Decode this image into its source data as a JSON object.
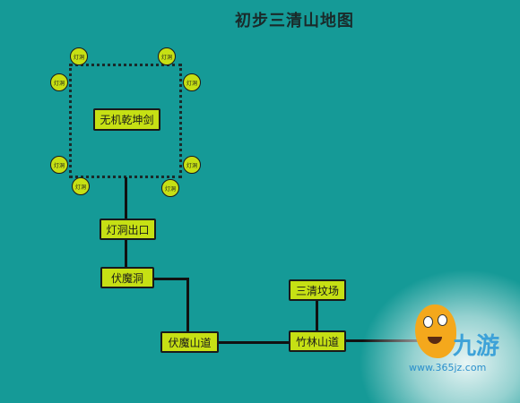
{
  "title": "初步三清山地图",
  "lamp_label": "灯洞",
  "nodes": {
    "sword": "无机乾坤剑",
    "lamp_exit": "灯洞出口",
    "demon_cave": "伏魔洞",
    "demon_road": "伏魔山道",
    "bamboo_road": "竹林山道",
    "tomb": "三清坟场"
  },
  "watermark": {
    "brand": "九游",
    "url": "www.365jz.com"
  },
  "colors": {
    "background": "#159a97",
    "node_fill": "#c6e014",
    "line": "#111111"
  }
}
